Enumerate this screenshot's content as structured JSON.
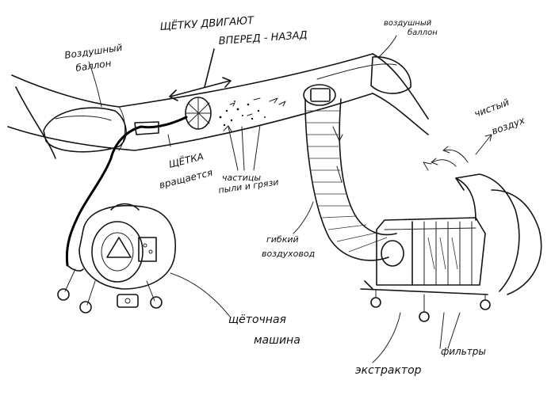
{
  "labels": {
    "air_balloon_left_1": "Воздушный",
    "air_balloon_left_2": "баллон",
    "brush_moves_1": "ЩЁТКУ ДВИГАЮТ",
    "brush_moves_2": "ВПЕРЕД - НАЗАД",
    "air_balloon_right_1": "воздушный",
    "air_balloon_right_2": "баллон",
    "clean_air_1": "чистый",
    "clean_air_2": "воздух",
    "brush_rotates_1": "ЩЁТКА",
    "brush_rotates_2": "вращается",
    "particles_1": "частицы",
    "particles_2": "пыли и грязи",
    "flexible_duct_1": "гибкий",
    "flexible_duct_2": "воздуховод",
    "brush_machine_1": "щёточная",
    "brush_machine_2": "машина",
    "filters": "фильтры",
    "extractor": "экстрактор"
  }
}
